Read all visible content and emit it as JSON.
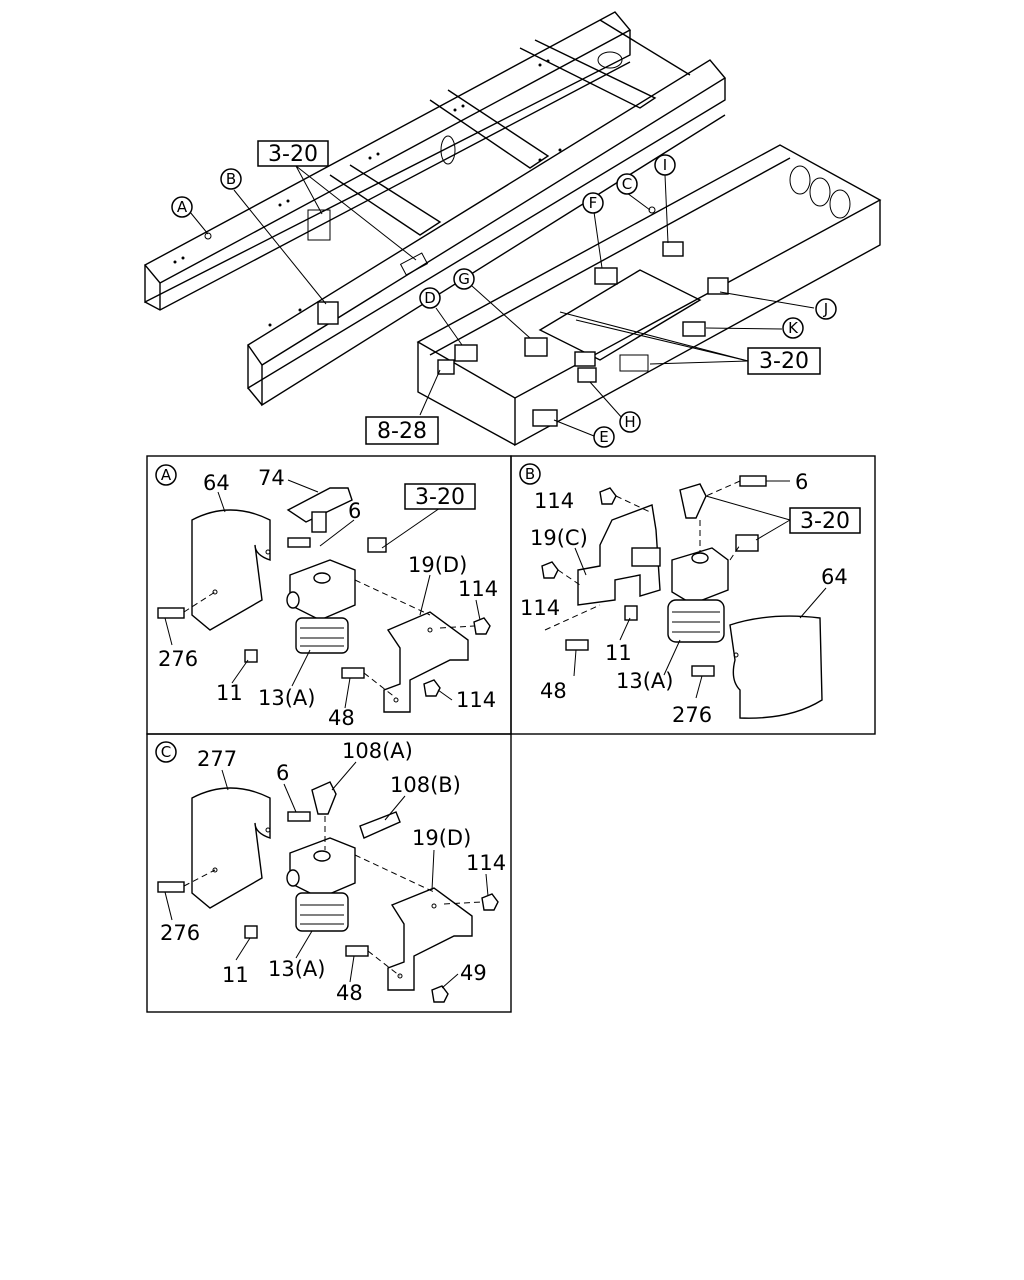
{
  "overview": {
    "markers": {
      "A": "A",
      "B": "B",
      "C": "C",
      "D": "D",
      "E": "E",
      "F": "F",
      "G": "G",
      "H": "H",
      "I": "I",
      "J": "J",
      "K": "K"
    },
    "refs": {
      "ref_left": "3-20",
      "ref_right": "3-20",
      "ref_bottom": "8-28"
    }
  },
  "panel_a": {
    "marker": "A",
    "ref": "3-20",
    "labels": {
      "p64": "64",
      "p74": "74",
      "p6": "6",
      "p19d": "19(D)",
      "p114a": "114",
      "p276": "276",
      "p11": "11",
      "p13a": "13(A)",
      "p48": "48",
      "p114b": "114"
    }
  },
  "panel_b": {
    "marker": "B",
    "ref": "3-20",
    "labels": {
      "p114a": "114",
      "p6": "6",
      "p19c": "19(C)",
      "p114b": "114",
      "p64": "64",
      "p11": "11",
      "p48": "48",
      "p13a": "13(A)",
      "p276": "276"
    }
  },
  "panel_c": {
    "marker": "C",
    "labels": {
      "p277": "277",
      "p108a": "108(A)",
      "p6": "6",
      "p108b": "108(B)",
      "p19d": "19(D)",
      "p114": "114",
      "p276": "276",
      "p11": "11",
      "p13a": "13(A)",
      "p48": "48",
      "p49": "49"
    }
  }
}
